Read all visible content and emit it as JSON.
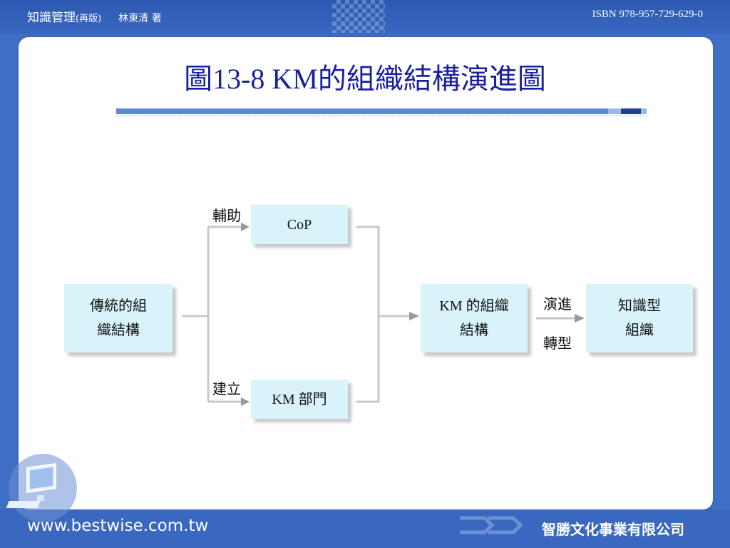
{
  "header": {
    "book_title": "知識管理",
    "edition": "(再版)",
    "author": "林東清 著",
    "isbn": "ISBN 978-957-729-629-0"
  },
  "slide": {
    "title": "圖13-8 KM的組織結構演進圖"
  },
  "diagram": {
    "box_traditional_line1": "傳統的組",
    "box_traditional_line2": "織結構",
    "box_cop": "CoP",
    "box_km_dept": "KM 部門",
    "box_km_org_line1": "KM 的組織",
    "box_km_org_line2": "結構",
    "box_knowledge_org_line1": "知識型",
    "box_knowledge_org_line2": "組織",
    "label_assist": "輔助",
    "label_establish": "建立",
    "label_evolve": "演進",
    "label_transform": "轉型",
    "colors": {
      "box_fill": "#d9f3fa",
      "connector": "#c8c8c8",
      "arrow": "#999999"
    }
  },
  "footer": {
    "url": "www.bestwise.com.tw",
    "publisher": "智勝文化事業有限公司"
  },
  "theme": {
    "accent": "#3f6fc4",
    "title_color": "#1a1fa0"
  }
}
